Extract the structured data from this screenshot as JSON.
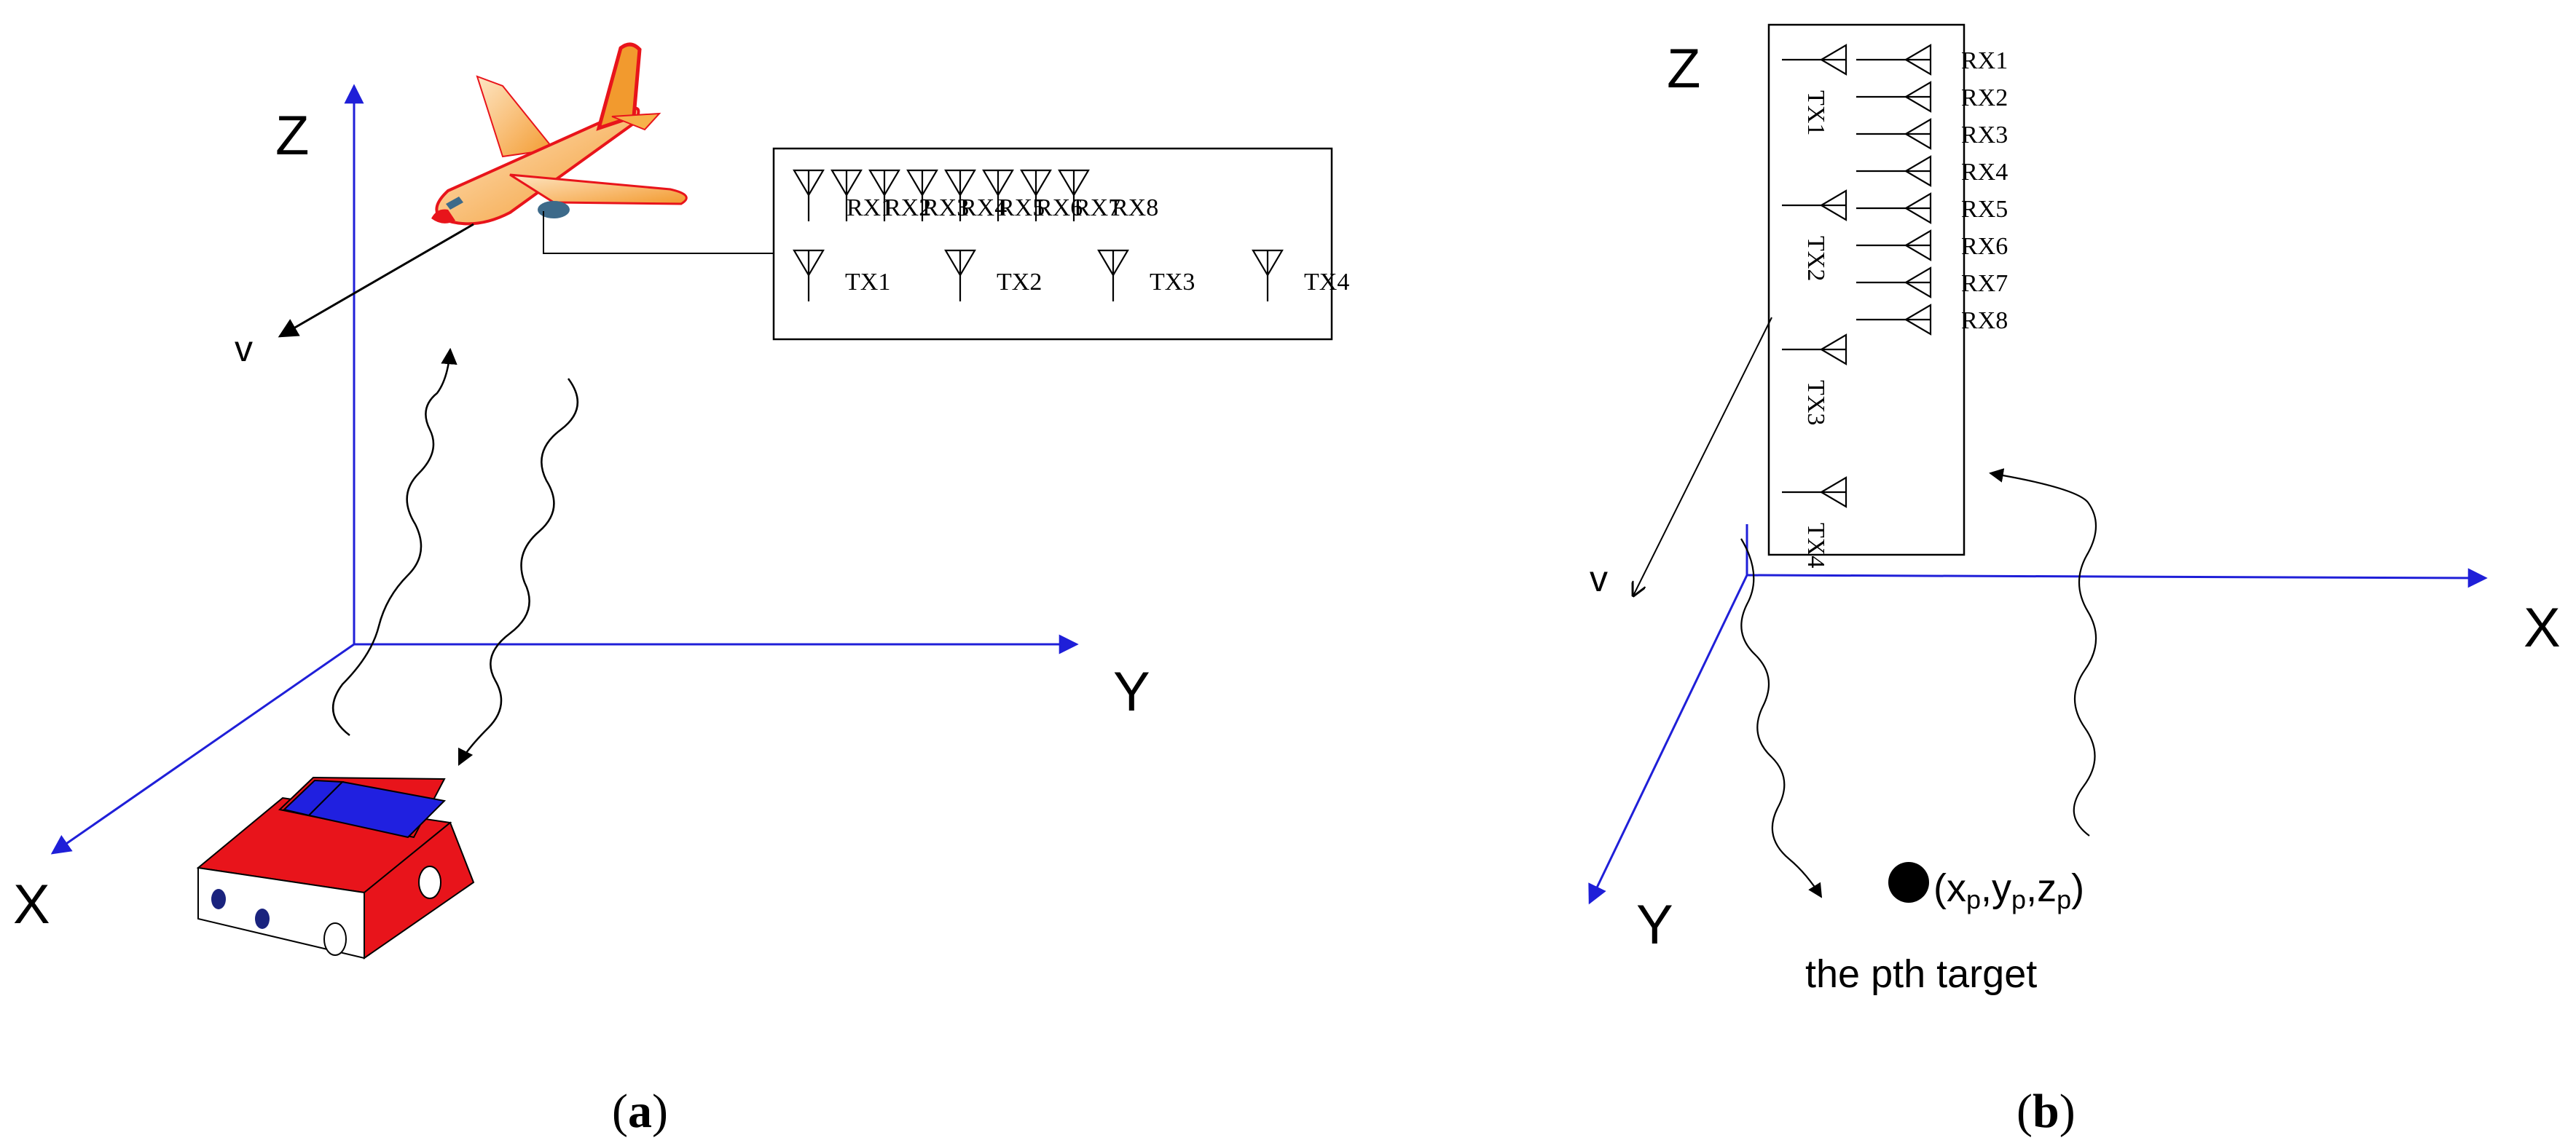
{
  "panel_a": {
    "caption_prefix": "(",
    "caption_letter": "a",
    "caption_suffix": ")",
    "axis_z": "Z",
    "axis_y": "Y",
    "axis_x": "X",
    "velocity": "v",
    "rx_labels": [
      "RX1",
      "RX2",
      "RX3",
      "RX4",
      "RX5",
      "RX6",
      "RX7",
      "RX8"
    ],
    "tx_labels": [
      "TX1",
      "TX2",
      "TX3",
      "TX4"
    ]
  },
  "panel_b": {
    "caption_prefix": "(",
    "caption_letter": "b",
    "caption_suffix": ")",
    "axis_z": "Z",
    "axis_x": "X",
    "axis_y": "Y",
    "velocity": "v",
    "rx_labels": [
      "RX1",
      "RX2",
      "RX3",
      "RX4",
      "RX5",
      "RX6",
      "RX7",
      "RX8"
    ],
    "tx_labels": [
      "TX1",
      "TX2",
      "TX3",
      "TX4"
    ],
    "target_coord": {
      "open": "(",
      "x": "x",
      "sub_x": "p",
      "comma1": ",",
      "y": "y",
      "sub_y": "p",
      "comma2": ",",
      "z": "z",
      "sub_z": "p",
      "close": ")"
    },
    "target_label": "the pth target"
  },
  "colors": {
    "axis": "#1f1fd8",
    "line": "#000000",
    "car_body": "#e8141b",
    "car_glass": "#2020e0",
    "plane_body": "#f7b24a",
    "plane_trim": "#e8141b"
  }
}
